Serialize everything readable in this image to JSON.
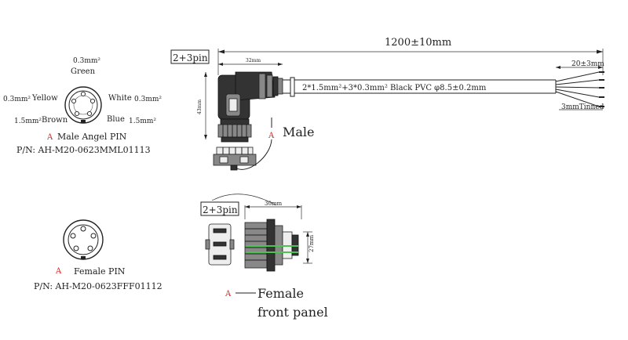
{
  "male_pin_diagram": {
    "top_size": "0.3mm²",
    "top_color": "Green",
    "left_size": "0.3mm²",
    "left_color": "Yellow",
    "right_color": "White",
    "right_size": "0.3mm²",
    "bottom_left_size": "1.5mm²",
    "bottom_left_color": "Brown",
    "bottom_right_color": "Blue",
    "bottom_right_size": "1.5mm²",
    "marker": "A",
    "title": "Male Angel PIN",
    "part_number": "P/N: AH-M20-0623MML01113"
  },
  "female_pin_diagram": {
    "marker": "A",
    "title": "Female PIN",
    "part_number": "P/N: AH-M20-0623FFF01112"
  },
  "male_connector": {
    "pin_config": "2+3pin",
    "width_dim": "32mm",
    "height_dim": "43mm",
    "cable_length": "1200±10mm",
    "cable_spec": "2*1.5mm²+3*0.3mm² Black PVC φ8.5±0.2mm",
    "strip_length": "20±3mm",
    "tinned": "3mmTinned",
    "marker": "A",
    "label": "Male"
  },
  "female_panel": {
    "pin_config": "2+3pin",
    "width_dim": "30mm",
    "height_dim": "27mm",
    "marker": "A",
    "label_line1": "Female",
    "label_line2": "front panel"
  }
}
